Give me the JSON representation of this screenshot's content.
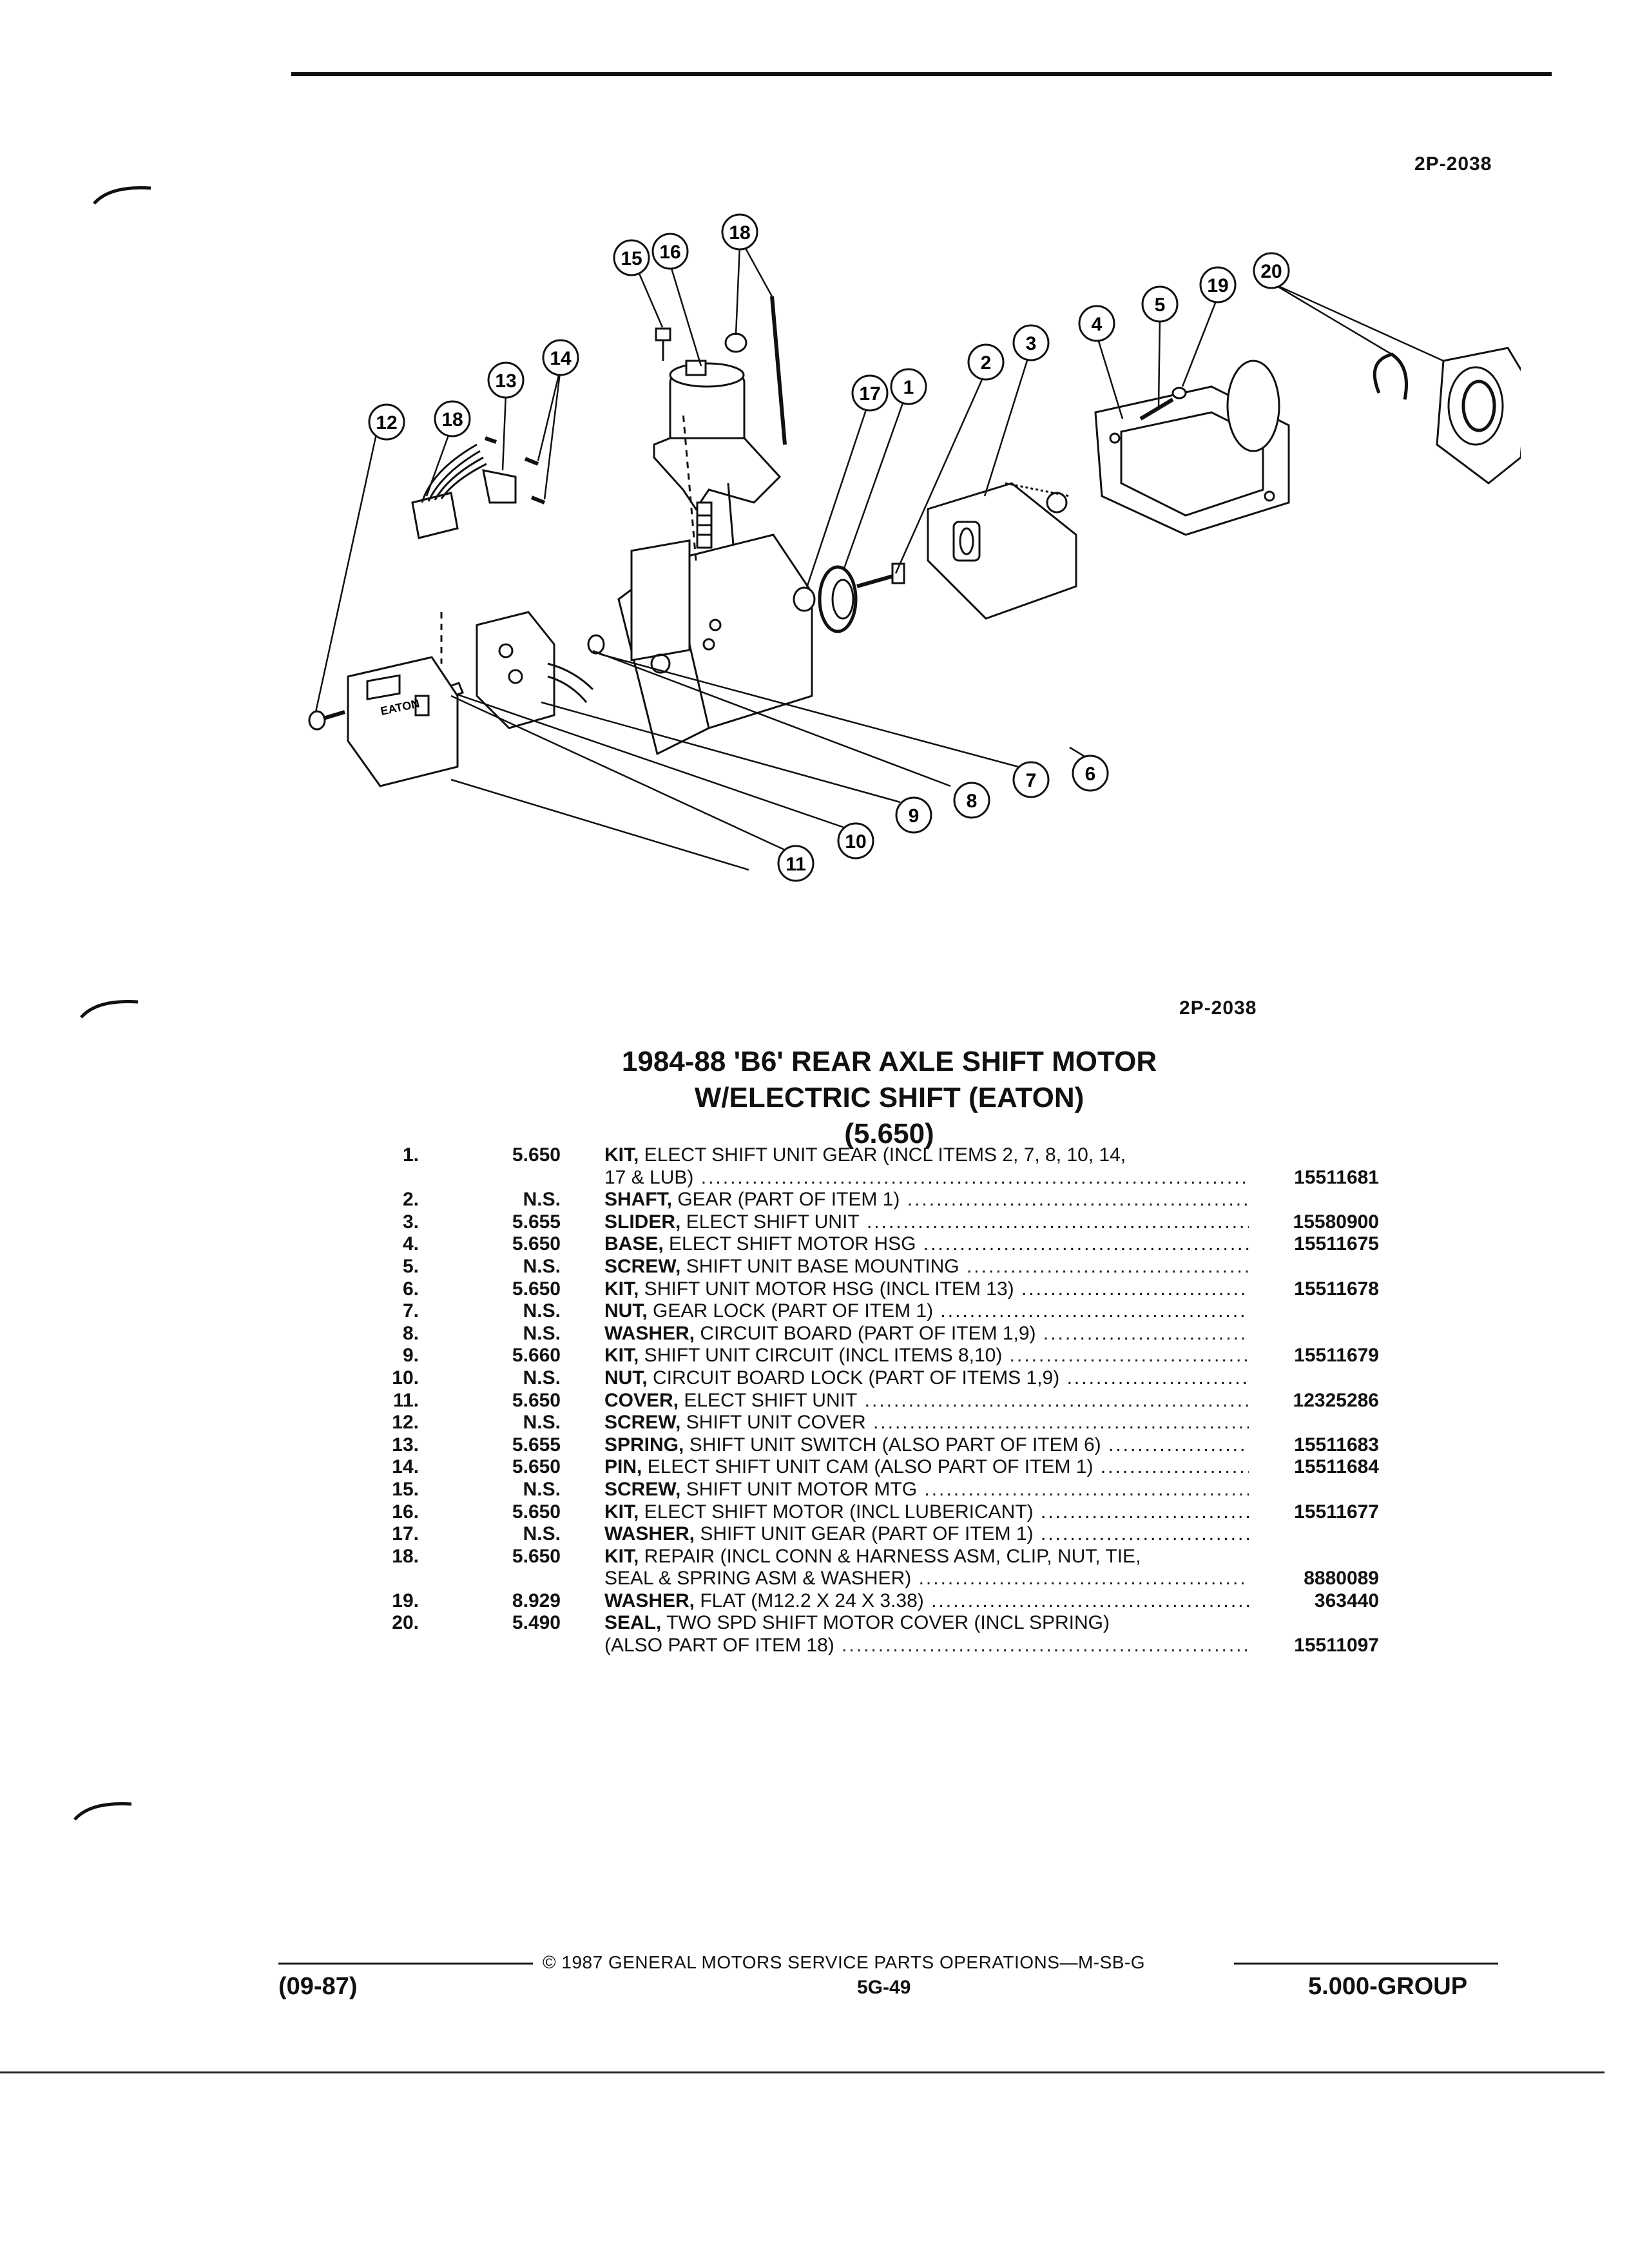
{
  "header": {
    "figure_id_top": "2P-2038",
    "figure_id_bottom": "2P-2038"
  },
  "diagram": {
    "callouts": [
      "1",
      "2",
      "3",
      "4",
      "5",
      "6",
      "7",
      "8",
      "9",
      "10",
      "11",
      "12",
      "13",
      "14",
      "15",
      "16",
      "17",
      "18",
      "18",
      "19",
      "20"
    ],
    "cover_logo": "EATON"
  },
  "title": {
    "line1": "1984-88 'B6' REAR AXLE SHIFT MOTOR",
    "line2": "W/ELECTRIC SHIFT (EATON)",
    "line3": "(5.650)"
  },
  "parts": [
    {
      "item": "1.",
      "group": "5.650",
      "name": "KIT,",
      "desc": " ELECT SHIFT UNIT GEAR (INCL ITEMS 2, 7, 8, 10, 14,",
      "part_number": ""
    },
    {
      "item": "",
      "group": "",
      "name": "",
      "desc": "17 & LUB)",
      "part_number": "15511681"
    },
    {
      "item": "2.",
      "group": "N.S.",
      "name": "SHAFT,",
      "desc": " GEAR (PART OF ITEM 1)",
      "part_number": ""
    },
    {
      "item": "3.",
      "group": "5.655",
      "name": "SLIDER,",
      "desc": " ELECT SHIFT UNIT",
      "part_number": "15580900"
    },
    {
      "item": "4.",
      "group": "5.650",
      "name": "BASE,",
      "desc": " ELECT SHIFT MOTOR HSG",
      "part_number": "15511675"
    },
    {
      "item": "5.",
      "group": "N.S.",
      "name": "SCREW,",
      "desc": " SHIFT UNIT BASE MOUNTING",
      "part_number": ""
    },
    {
      "item": "6.",
      "group": "5.650",
      "name": "KIT,",
      "desc": " SHIFT UNIT MOTOR HSG (INCL ITEM 13)",
      "part_number": "15511678"
    },
    {
      "item": "7.",
      "group": "N.S.",
      "name": "NUT,",
      "desc": " GEAR LOCK (PART OF ITEM 1)",
      "part_number": ""
    },
    {
      "item": "8.",
      "group": "N.S.",
      "name": "WASHER,",
      "desc": " CIRCUIT BOARD (PART OF ITEM 1,9)",
      "part_number": ""
    },
    {
      "item": "9.",
      "group": "5.660",
      "name": "KIT,",
      "desc": " SHIFT UNIT CIRCUIT (INCL ITEMS 8,10)",
      "part_number": "15511679"
    },
    {
      "item": "10.",
      "group": "N.S.",
      "name": "NUT,",
      "desc": " CIRCUIT BOARD LOCK (PART OF ITEMS 1,9)",
      "part_number": ""
    },
    {
      "item": "11.",
      "group": "5.650",
      "name": "COVER,",
      "desc": " ELECT SHIFT UNIT",
      "part_number": "12325286"
    },
    {
      "item": "12.",
      "group": "N.S.",
      "name": "SCREW,",
      "desc": " SHIFT UNIT COVER",
      "part_number": ""
    },
    {
      "item": "13.",
      "group": "5.655",
      "name": "SPRING,",
      "desc": " SHIFT UNIT SWITCH (ALSO PART OF ITEM 6)",
      "part_number": "15511683"
    },
    {
      "item": "14.",
      "group": "5.650",
      "name": "PIN,",
      "desc": " ELECT SHIFT UNIT CAM (ALSO PART OF ITEM 1)",
      "part_number": "15511684"
    },
    {
      "item": "15.",
      "group": "N.S.",
      "name": "SCREW,",
      "desc": " SHIFT UNIT MOTOR MTG",
      "part_number": ""
    },
    {
      "item": "16.",
      "group": "5.650",
      "name": "KIT,",
      "desc": " ELECT SHIFT MOTOR (INCL LUBERICANT)",
      "part_number": "15511677"
    },
    {
      "item": "17.",
      "group": "N.S.",
      "name": "WASHER,",
      "desc": " SHIFT UNIT GEAR (PART OF ITEM 1)",
      "part_number": ""
    },
    {
      "item": "18.",
      "group": "5.650",
      "name": "KIT,",
      "desc": " REPAIR (INCL CONN & HARNESS ASM, CLIP, NUT, TIE,",
      "part_number": ""
    },
    {
      "item": "",
      "group": "",
      "name": "",
      "desc": "SEAL & SPRING ASM & WASHER)",
      "part_number": "8880089"
    },
    {
      "item": "19.",
      "group": "8.929",
      "name": "WASHER,",
      "desc": " FLAT (M12.2 X 24 X 3.38)",
      "part_number": "363440"
    },
    {
      "item": "20.",
      "group": "5.490",
      "name": "SEAL,",
      "desc": " TWO SPD SHIFT MOTOR COVER (INCL SPRING)",
      "part_number": ""
    },
    {
      "item": "",
      "group": "",
      "name": "",
      "desc": "(ALSO PART OF ITEM 18)",
      "part_number": "15511097"
    }
  ],
  "footer": {
    "copyright": "© 1987 GENERAL MOTORS SERVICE PARTS OPERATIONS—M-SB-G",
    "page": "5G-49",
    "date": "(09-87)",
    "group": "5.000-GROUP"
  }
}
